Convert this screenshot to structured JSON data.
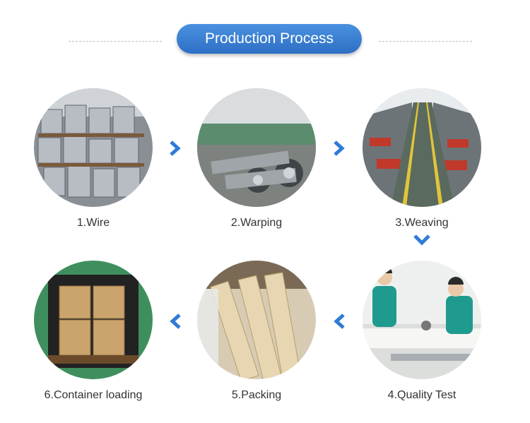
{
  "header": {
    "title": "Production Process"
  },
  "steps": [
    {
      "label": "1.Wire"
    },
    {
      "label": "2.Warping"
    },
    {
      "label": "3.Weaving"
    },
    {
      "label": "4.Quality Test"
    },
    {
      "label": "5.Packing"
    },
    {
      "label": "6.Container loading"
    }
  ],
  "colors": {
    "accent": "#3a7fd5",
    "arrow": "#2f7bd6",
    "text": "#333333"
  },
  "icons": {
    "next": "chevron-right-icon",
    "prev": "chevron-left-icon",
    "down": "chevron-down-icon"
  }
}
